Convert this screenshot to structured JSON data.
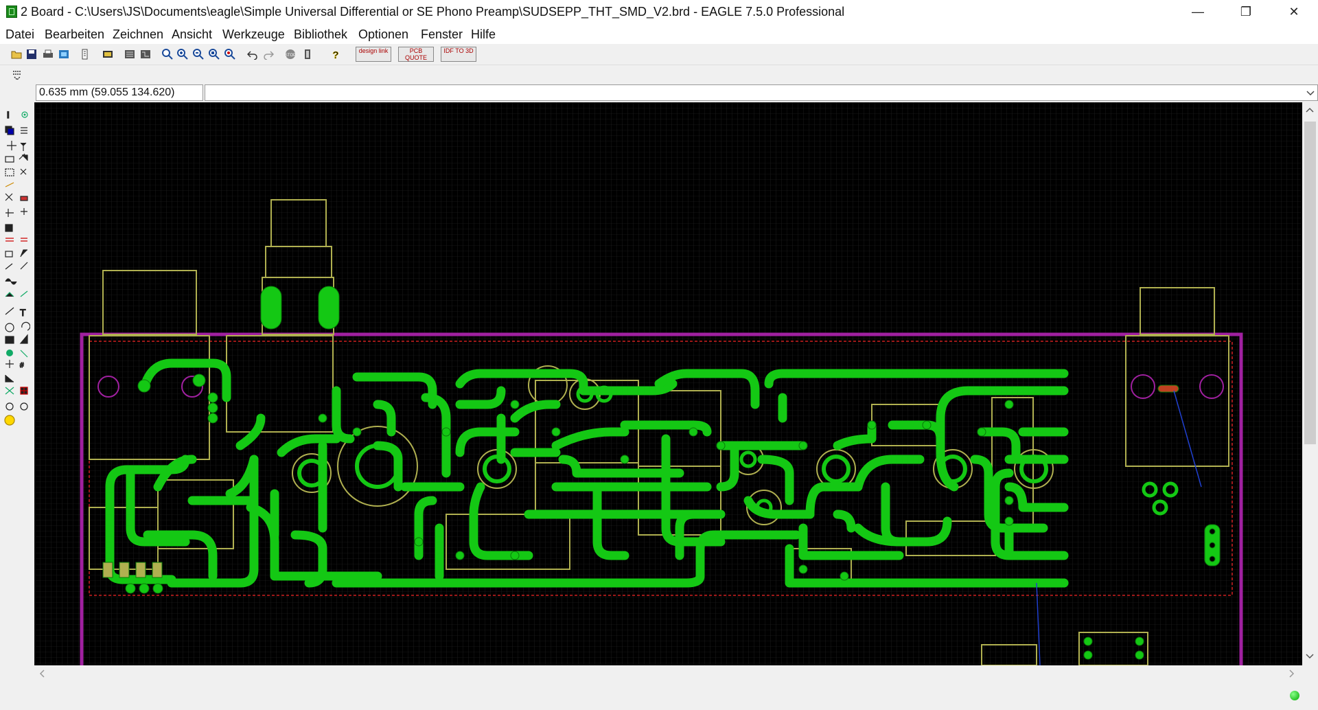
{
  "window": {
    "title": "2 Board - C:\\Users\\JS\\Documents\\eagle\\Simple Universal Differential or SE Phono Preamp\\SUDSEPP_THT_SMD_V2.brd - EAGLE 7.5.0 Professional",
    "minimize": "—",
    "restore": "❐",
    "close": "✕"
  },
  "menu": [
    "Datei",
    "Bearbeiten",
    "Zeichnen",
    "Ansicht",
    "Werkzeuge",
    "Bibliothek",
    "Optionen",
    "Fenster",
    "Hilfe"
  ],
  "toolbar": {
    "buttons": [
      "open-icon",
      "save-icon",
      "print-icon",
      "cam-icon",
      "script-icon",
      "run-icon",
      "zoom-fit-icon",
      "zoom-in-icon",
      "zoom-out-icon",
      "zoom-select-icon",
      "redraw-icon",
      "undo-icon",
      "redo-icon",
      "stop-icon",
      "go-icon",
      "help-icon"
    ],
    "design_link": "design link",
    "pcb_quote": "PCB QUOTE",
    "idf": "IDF TO 3D"
  },
  "coords": {
    "readout": "0.635 mm (59.055 134.620)"
  },
  "colors": {
    "canvas_bg": "#000000",
    "copper": "#14c814",
    "outline": "#a020a0",
    "silk": "#b0b050",
    "restrict": "#d02020"
  }
}
